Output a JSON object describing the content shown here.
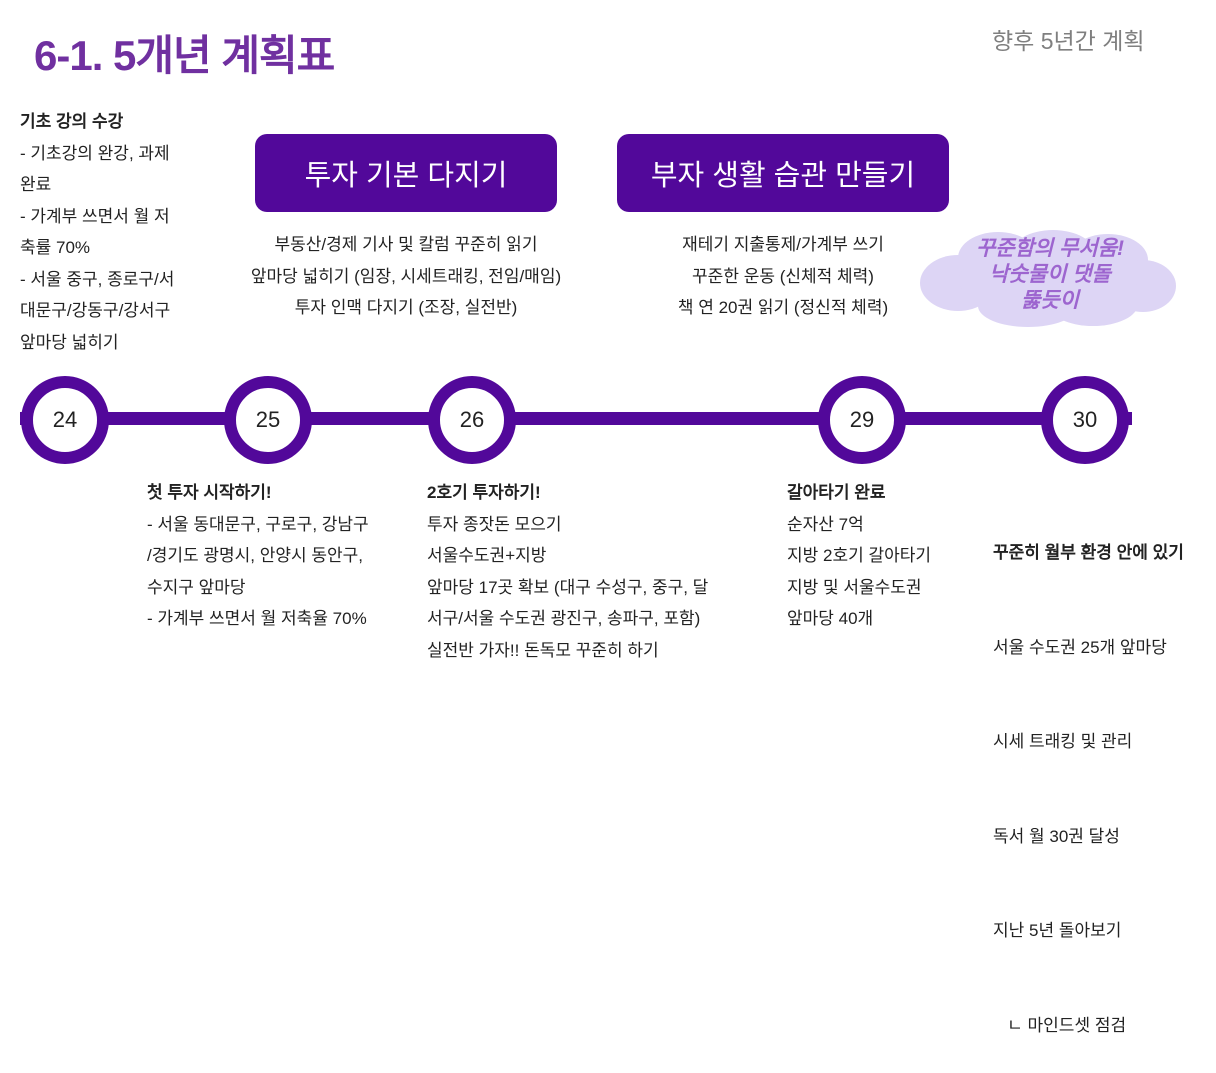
{
  "header": {
    "title": "6-1. 5개년 계획표",
    "subtitle": "향후 5년간 계획"
  },
  "left_notes": {
    "heading": "기초 강의 수강",
    "lines": [
      "- 기초강의 완강, 과제",
      "완료",
      "- 가계부 쓰면서 월 저",
      "축률 70%",
      "- 서울 중구, 종로구/서",
      "대문구/강동구/강서구",
      "앞마당 넓히기"
    ]
  },
  "themes": [
    {
      "label": "투자 기본 다지기",
      "lines": [
        "부동산/경제 기사 및 칼럼 꾸준히 읽기",
        "앞마당 넓히기 (임장, 시세트래킹, 전임/매임)",
        "투자 인맥 다지기 (조장, 실전반)"
      ]
    },
    {
      "label": "부자 생활 습관 만들기",
      "lines": [
        "재테기 지출통제/가계부 쓰기",
        "꾸준한 운동 (신체적 체력)",
        "책 연 20권 읽기 (정신적 체력)"
      ]
    }
  ],
  "cloud": {
    "lines": [
      "꾸준함의 무서움!",
      "낙숫물이 댓돌",
      "뚫듯이"
    ],
    "fill": "#ddd5f5",
    "text_color": "#9d65cf"
  },
  "timeline": {
    "color": "#52089a",
    "years": [
      "24",
      "25",
      "26",
      "29",
      "30"
    ]
  },
  "milestones": [
    {
      "heading": "첫 투자 시작하기!",
      "lines": [
        "- 서울 동대문구, 구로구, 강남구",
        "/경기도  광명시, 안양시 동안구,",
        "수지구 앞마당",
        "- 가계부 쓰면서 월 저축율 70%"
      ]
    },
    {
      "heading": "2호기 투자하기!",
      "lines": [
        "투자 종잣돈 모으기",
        "서울수도권+지방",
        "앞마당 17곳 확보 (대구 수성구, 중구, 달",
        "서구/서울 수도권 광진구, 송파구, 포함)",
        "실전반 가자!! 돈독모 꾸준히 하기"
      ]
    },
    {
      "heading": "갈아타기 완료",
      "lines": [
        "순자산 7억",
        "지방 2호기 갈아타기",
        "지방 및 서울수도권",
        "앞마당 40개"
      ]
    },
    {
      "heading": "꾸준히 월부 환경 안에 있기",
      "lines": [
        "서울 수도권 25개 앞마당",
        "시세 트래킹 및 관리",
        "독서 월 30권 달성",
        "지난 5년 돌아보기",
        "   ㄴ 마인드셋 점검"
      ]
    }
  ]
}
